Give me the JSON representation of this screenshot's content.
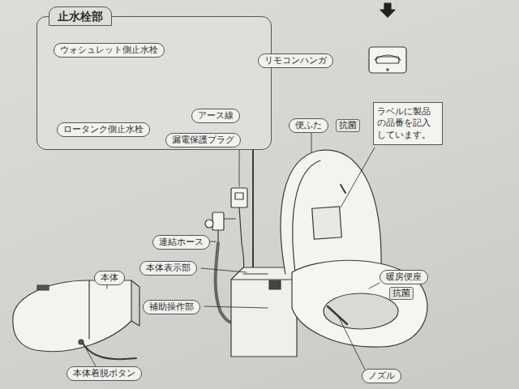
{
  "diagram": {
    "nodes": [
      {
        "text": [
          "止水栓部"
        ]
      },
      {
        "text": [
          "ウォシュレット側止水栓"
        ],
        "in": 0
      },
      {
        "text": [
          "ロータンク側止水栓"
        ],
        "in": 0
      },
      {
        "text": [
          "リモコンハンガ"
        ]
      },
      {
        "text": [
          "アース線"
        ]
      },
      {
        "text": [
          "便ふた"
        ]
      },
      {
        "text": [
          "抗菌"
        ]
      },
      {
        "text": [
          "ラベルに製品の品番を記入しています。"
        ]
      },
      {
        "text": [
          "漏電保護プラグ"
        ]
      },
      {
        "text": [
          "連結ホース"
        ]
      },
      {
        "text": [
          "本体表示部"
        ]
      },
      {
        "text": [
          "本体"
        ]
      },
      {
        "text": [
          "暖房便座"
        ]
      },
      {
        "text": [
          "抗菌"
        ]
      },
      {
        "text": [
          "補助操作部"
        ]
      },
      {
        "text": [
          "本体着脱ボタン"
        ]
      },
      {
        "text": [
          "ノズル"
        ]
      }
    ]
  }
}
